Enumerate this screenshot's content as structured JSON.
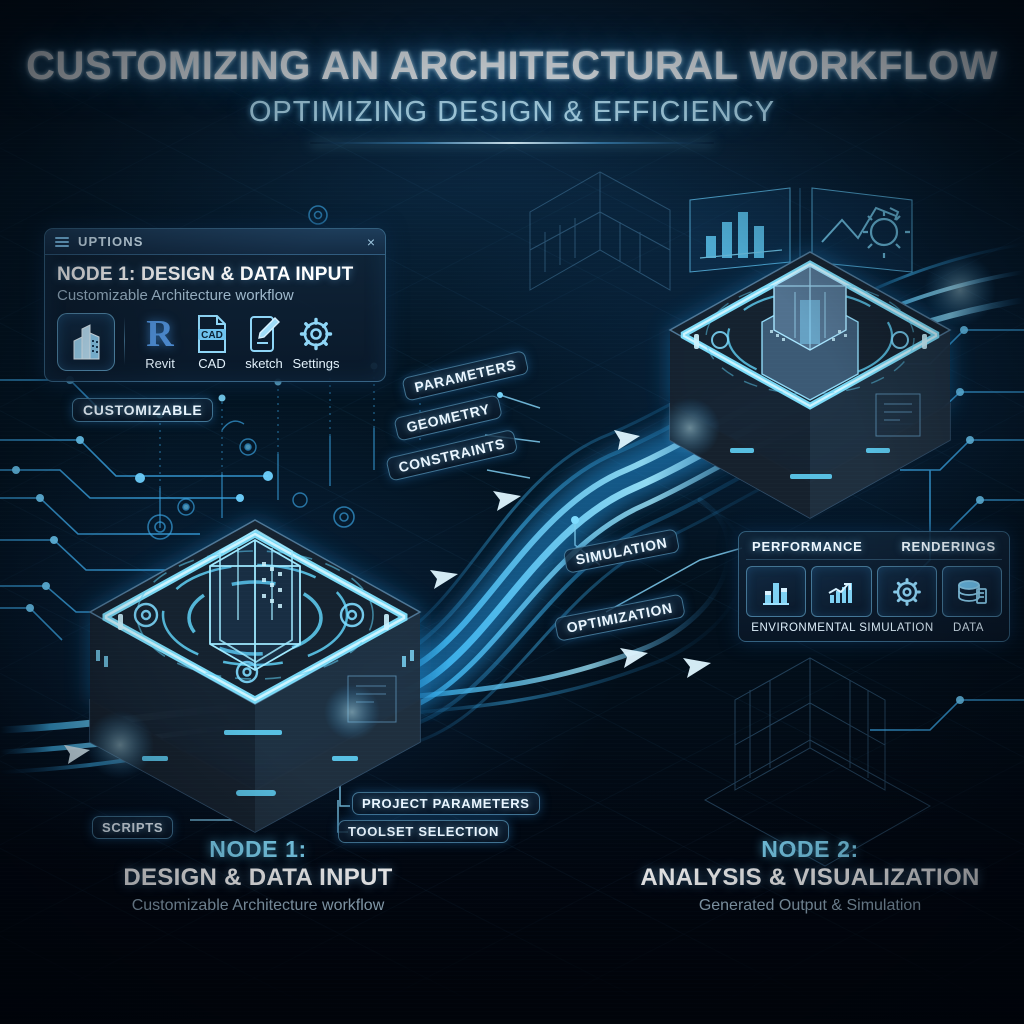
{
  "header": {
    "title": "CUSTOMIZING AN ARCHITECTURAL WORKFLOW",
    "subtitle": "OPTIMIZING DESIGN & EFFICIENCY"
  },
  "options_panel": {
    "titlebar_label": "UPTIONS",
    "menu_icon": "menu-icon",
    "close_icon": "×",
    "node_title": "NODE 1: DESIGN & DATA INPUT",
    "node_subtitle": "Customizable Architecture workflow",
    "app_icon": "building-icon",
    "tools": [
      {
        "label": "Revit",
        "icon": "revit-r-icon",
        "glyph": "R"
      },
      {
        "label": "CAD",
        "icon": "cad-file-icon",
        "glyph": "CAD"
      },
      {
        "label": "sketch",
        "icon": "sketch-tablet-pencil-icon",
        "glyph": ""
      },
      {
        "label": "Settings",
        "icon": "gear-icon",
        "glyph": ""
      }
    ]
  },
  "badges": {
    "customizable": "CUSTOMIZABLE",
    "parameters": "PARAMETERS",
    "geometry": "GEOMETRY",
    "constraints": "CONSTRAINTS",
    "simulation": "SIMULATION",
    "optimization": "OPTIMIZATION",
    "scripts": "SCRIPTS",
    "project_parameters": "PROJECT PARAMETERS",
    "toolset_selection": "TOOLSET SELECTION"
  },
  "results_panel": {
    "header_left": "PERFORMANCE",
    "header_right": "RENDERINGS",
    "icons": [
      {
        "icon": "bar-chart-icon"
      },
      {
        "icon": "line-chart-up-icon"
      },
      {
        "icon": "gear-icon"
      },
      {
        "icon": "database-stack-icon"
      }
    ],
    "footer_left": "ENVIRONMENTAL SIMULATION",
    "footer_right": "DATA"
  },
  "nodes": [
    {
      "number": "NODE 1:",
      "title": "DESIGN & DATA INPUT",
      "subtitle": "Customizable Architecture workflow",
      "platform_icon": "wireframe-building-hologram"
    },
    {
      "number": "NODE 2:",
      "title": "ANALYSIS & VISUALIZATION",
      "subtitle": "Generated Output & Simulation",
      "platform_icon": "solid-building-hologram"
    }
  ],
  "colors": {
    "background": "#01040c",
    "accent_cyan": "#5ad8ff",
    "accent_blue": "#2f9fe0",
    "text_light": "#eaf6ff",
    "text_muted": "#9fb9cc"
  }
}
